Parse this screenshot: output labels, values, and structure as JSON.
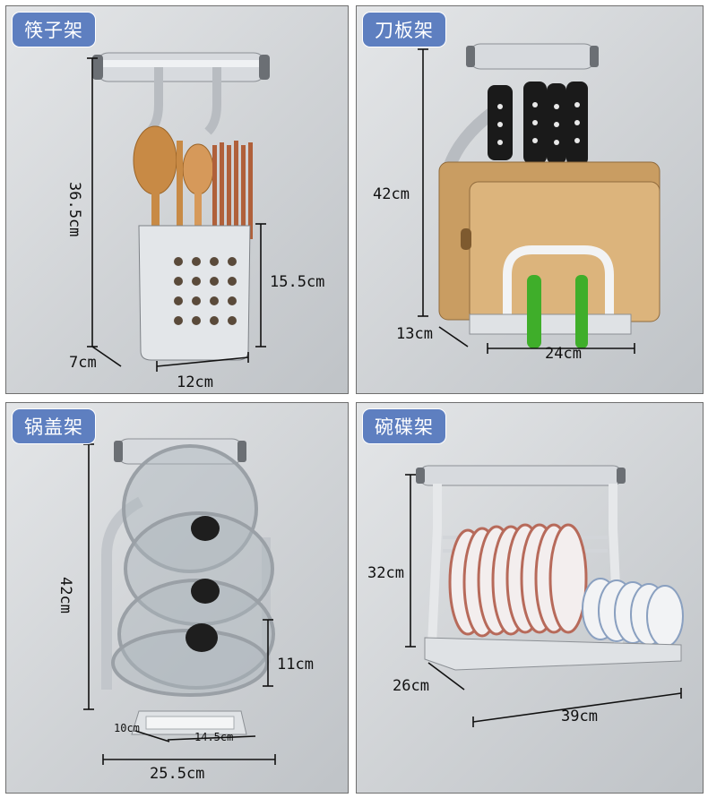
{
  "panels": [
    {
      "title": "筷子架",
      "dims": [
        "36.5cm",
        "15.5cm",
        "7cm",
        "12cm"
      ]
    },
    {
      "title": "刀板架",
      "dims": [
        "42cm",
        "13cm",
        "24cm"
      ]
    },
    {
      "title": "锅盖架",
      "dims": [
        "42cm",
        "11cm",
        "10cm",
        "14.5cm",
        "25.5cm"
      ]
    },
    {
      "title": "碗碟架",
      "dims": [
        "32cm",
        "26cm",
        "39cm"
      ]
    }
  ],
  "colors": {
    "tag_bg": "#5e7fc0",
    "tag_text": "#ffffff",
    "dimension_line": "#111111",
    "steel": "#c9cdd2",
    "wood": "#d4ab72",
    "knife_handle": "#1a1a1a",
    "green_handle": "#3fae2a"
  }
}
